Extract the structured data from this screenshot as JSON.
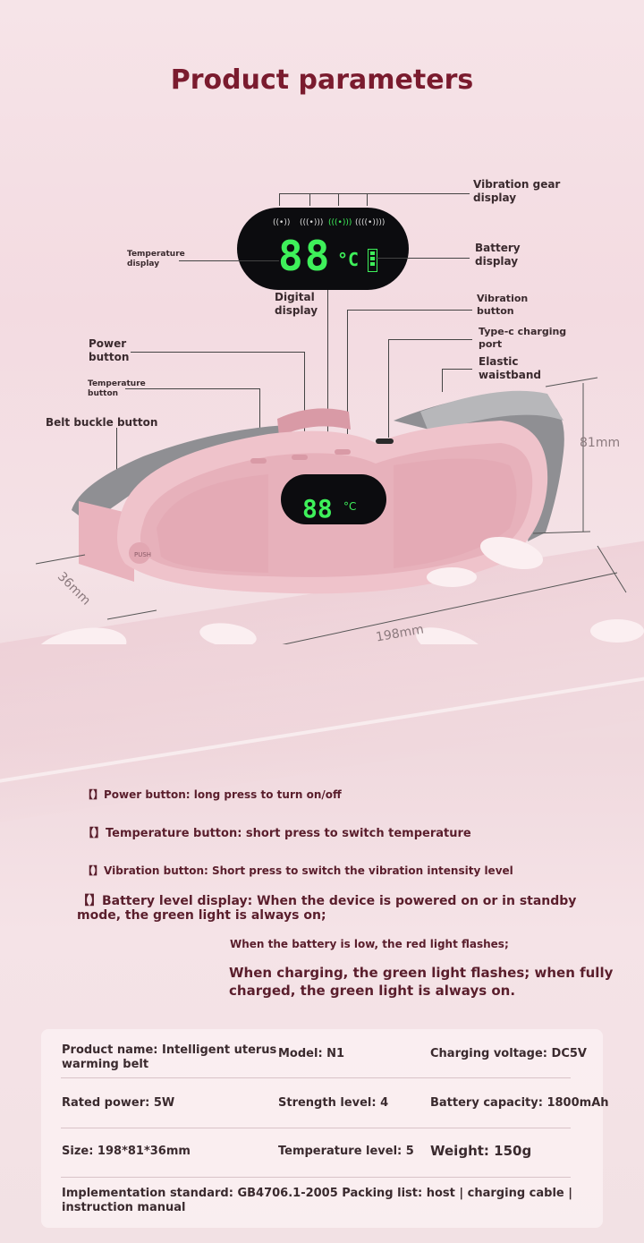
{
  "title": "Product parameters",
  "callouts": {
    "vibration_gear_display": "Vibration gear\ndisplay",
    "battery_display": "Battery\ndisplay",
    "temperature_display": "Temperature\ndisplay",
    "digital_display": "Digital\ndisplay",
    "vibration_button": "Vibration\nbutton",
    "typec_port": "Type-c charging\nport",
    "elastic_waistband": "Elastic\nwaistband",
    "power_button": "Power\nbutton",
    "temperature_button": "Temperature\nbutton",
    "belt_buckle_button": "Belt buckle button"
  },
  "display": {
    "digits": "88",
    "unit": "°C",
    "vibration_icons": [
      "((•))",
      "(((•)))",
      "(((•)))",
      "((((•))))"
    ]
  },
  "device": {
    "push_label": "PUSH"
  },
  "dimensions": {
    "height": "81mm",
    "depth": "36mm",
    "width": "198mm"
  },
  "notes": {
    "power": "【】Power button: long press to turn on/off",
    "temperature": "【】Temperature button: short press to switch temperature",
    "vibration": "【】Vibration button: Short press to switch the vibration intensity level",
    "battery_line1": "【】Battery level display: When the device is powered on or in standby",
    "battery_line2": "mode, the green light is always on;",
    "low_battery": "When the battery is low, the red light flashes;",
    "charging_line1": "When charging, the green light flashes; when fully",
    "charging_line2": "charged, the green light is always on."
  },
  "specs": {
    "product_name": "Product name: Intelligent uterus\nwarming belt",
    "model": "Model: N1",
    "charging_voltage": "Charging voltage: DC5V",
    "rated_power": "Rated power: 5W",
    "strength_level": "Strength level: 4",
    "battery_capacity": "Battery capacity: 1800mAh",
    "size": "Size: 198*81*36mm",
    "temperature_level": "Temperature level: 5",
    "weight": "Weight: 150g",
    "standard": "Implementation standard: GB4706.1-2005 Packing list: host | charging cable |\ninstruction manual"
  },
  "colors": {
    "title": "#7a1b2e",
    "device_pink": "#efc3cb",
    "belt_gray": "#8f8f93",
    "display_green": "#3ef05a"
  }
}
